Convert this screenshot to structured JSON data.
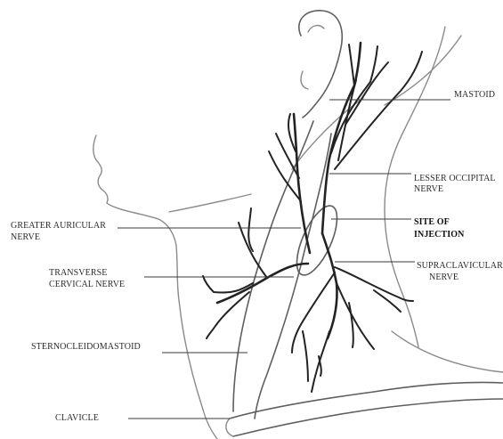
{
  "labels": {
    "mastoid": "MASTOID",
    "lesser_occipital_1": "LESSER OCCIPITAL",
    "lesser_occipital_2": "NERVE",
    "site_1": "SITE OF",
    "site_2": "INJECTION",
    "greater_auricular_1": "GREATER AURICULAR",
    "greater_auricular_2": "NERVE",
    "supraclavicular_1": "SUPRACLAVICULAR",
    "supraclavicular_2": "NERVE",
    "transverse_1": "TRANSVERSE",
    "transverse_2": "CERVICAL NERVE",
    "scm": "STERNOCLEIDOMASTOID",
    "clavicle": "CLAVICLE"
  },
  "colors": {
    "nerve": "#232323",
    "outline": "#8a8a8a",
    "text": "#2a2a2a"
  }
}
